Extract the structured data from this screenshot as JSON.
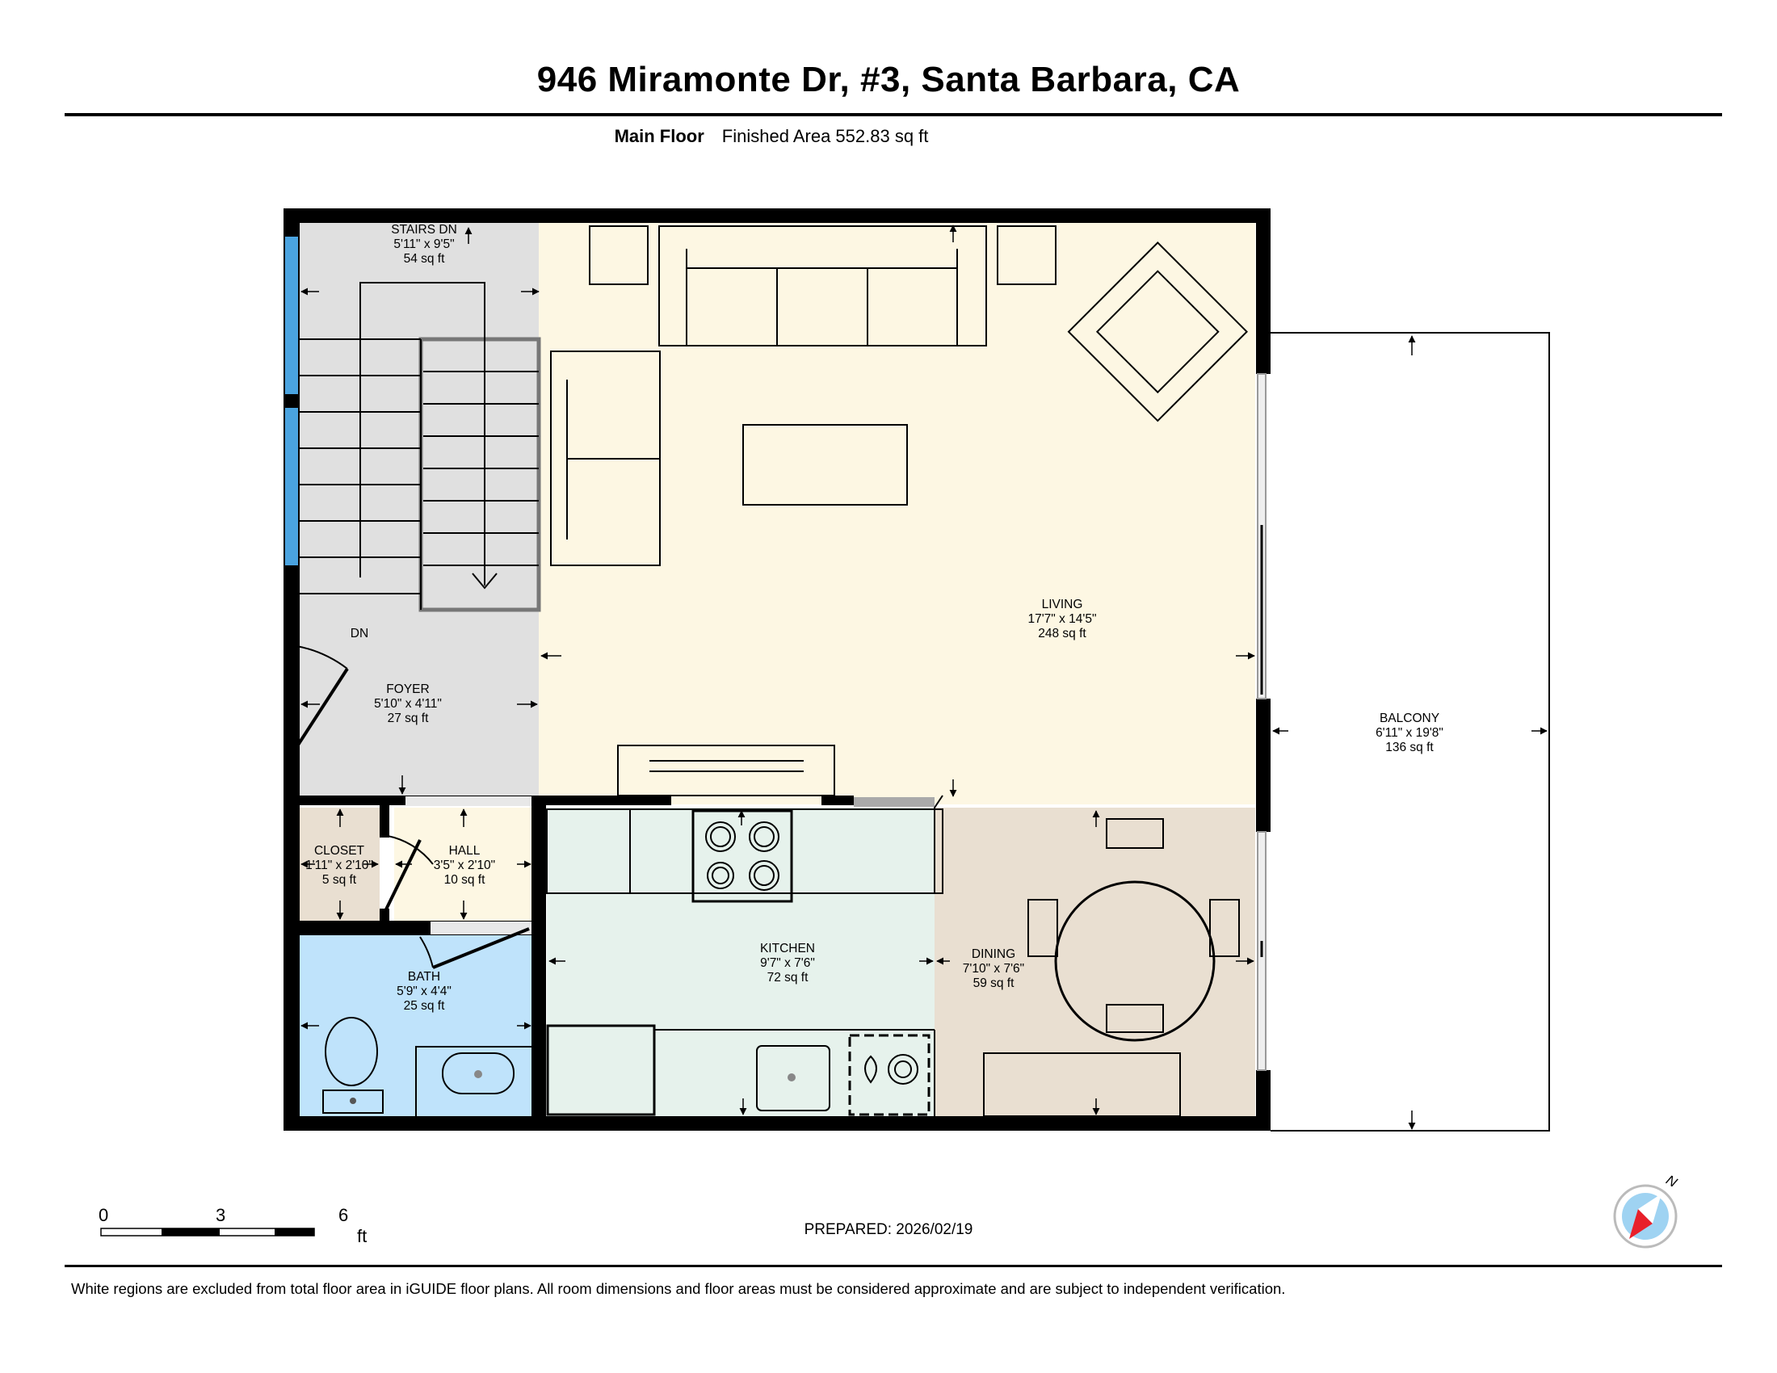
{
  "header": {
    "title": "946 Miramonte Dr, #3, Santa Barbara, CA",
    "floor_label": "Main Floor",
    "area_label": "Finished Area 552.83 sq ft"
  },
  "rooms": {
    "stairs": {
      "name": "STAIRS DN",
      "dims": "5'11\" x 9'5\"",
      "area": "54 sq ft"
    },
    "dn_label": "DN",
    "foyer": {
      "name": "FOYER",
      "dims": "5'10\" x 4'11\"",
      "area": "27 sq ft"
    },
    "living": {
      "name": "LIVING",
      "dims": "17'7\" x 14'5\"",
      "area": "248 sq ft"
    },
    "balcony": {
      "name": "BALCONY",
      "dims": "6'11\" x 19'8\"",
      "area": "136 sq ft"
    },
    "closet": {
      "name": "CLOSET",
      "dims": "1'11\" x 2'10\"",
      "area": "5 sq ft"
    },
    "hall": {
      "name": "HALL",
      "dims": "3'5\" x 2'10\"",
      "area": "10 sq ft"
    },
    "bath": {
      "name": "BATH",
      "dims": "5'9\" x 4'4\"",
      "area": "25 sq ft"
    },
    "kitchen": {
      "name": "KITCHEN",
      "dims": "9'7\" x 7'6\"",
      "area": "72 sq ft"
    },
    "dining": {
      "name": "DINING",
      "dims": "7'10\" x 7'6\"",
      "area": "59 sq ft"
    }
  },
  "scale_bar": {
    "ticks": [
      "0",
      "3",
      "6"
    ],
    "unit": "ft"
  },
  "compass": {
    "north_label": "N"
  },
  "footer": {
    "prepared": "PREPARED: 2026/02/19",
    "disclaimer": "White regions are excluded from total floor area in iGUIDE floor plans. All room dimensions and floor areas must be considered approximate and are subject to independent verification."
  },
  "colors": {
    "wall": "#000000",
    "stairs_foyer": "#e0e0e0",
    "living": "#fdf7e3",
    "kitchen": "#e6f2ec",
    "dining": "#e9dfd1",
    "closet": "#e9dfd1",
    "bath": "#bfe3fb",
    "window": "#4aa3df",
    "compass_red": "#e8202a",
    "compass_blue": "#9fd3f2"
  }
}
